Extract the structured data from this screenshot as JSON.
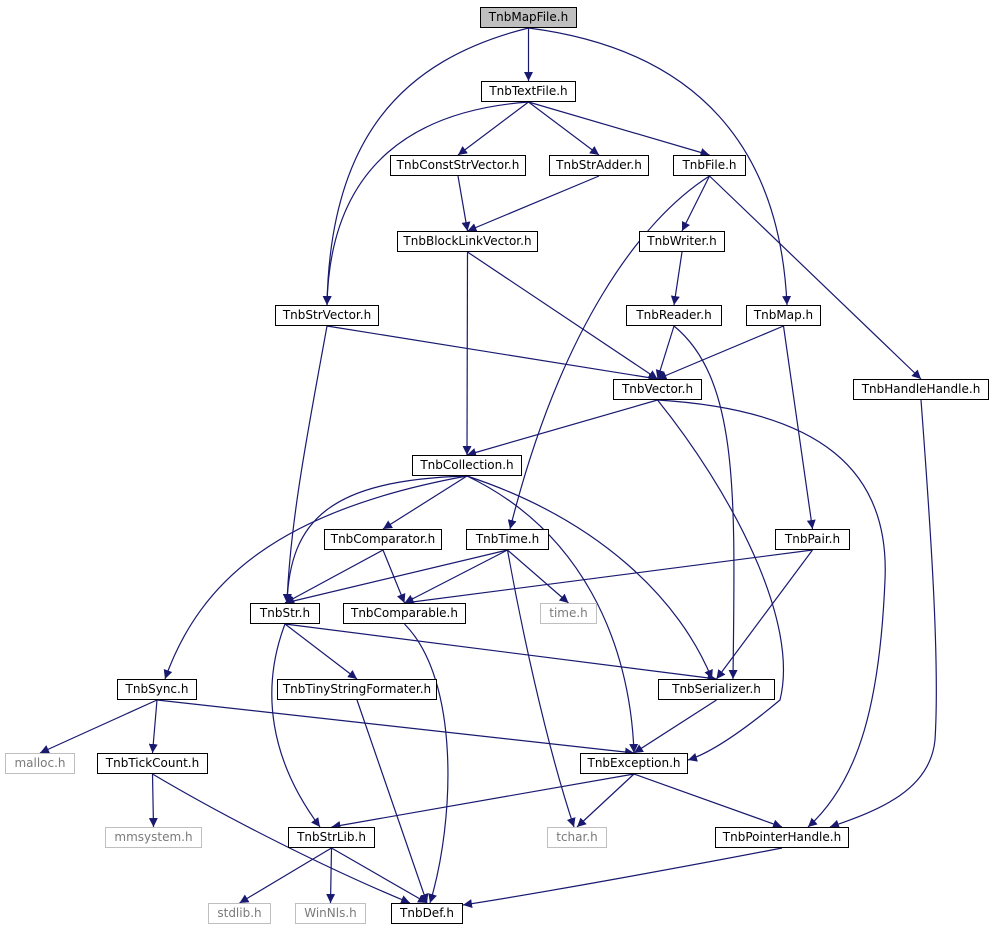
{
  "graph": {
    "nodes": [
      {
        "id": "TnbMapFile",
        "label": "TnbMapFile.h",
        "kind": "root"
      },
      {
        "id": "TnbTextFile",
        "label": "TnbTextFile.h",
        "kind": "link"
      },
      {
        "id": "TnbConstStrVector",
        "label": "TnbConstStrVector.h",
        "kind": "link"
      },
      {
        "id": "TnbStrAdder",
        "label": "TnbStrAdder.h",
        "kind": "link"
      },
      {
        "id": "TnbFile",
        "label": "TnbFile.h",
        "kind": "link"
      },
      {
        "id": "TnbBlockLinkVector",
        "label": "TnbBlockLinkVector.h",
        "kind": "link"
      },
      {
        "id": "TnbWriter",
        "label": "TnbWriter.h",
        "kind": "link"
      },
      {
        "id": "TnbStrVector",
        "label": "TnbStrVector.h",
        "kind": "link"
      },
      {
        "id": "TnbReader",
        "label": "TnbReader.h",
        "kind": "link"
      },
      {
        "id": "TnbMap",
        "label": "TnbMap.h",
        "kind": "link"
      },
      {
        "id": "TnbVector",
        "label": "TnbVector.h",
        "kind": "link"
      },
      {
        "id": "TnbHandleHandle",
        "label": "TnbHandleHandle.h",
        "kind": "link"
      },
      {
        "id": "TnbCollection",
        "label": "TnbCollection.h",
        "kind": "link"
      },
      {
        "id": "TnbComparator",
        "label": "TnbComparator.h",
        "kind": "link"
      },
      {
        "id": "TnbTime",
        "label": "TnbTime.h",
        "kind": "link"
      },
      {
        "id": "TnbPair",
        "label": "TnbPair.h",
        "kind": "link"
      },
      {
        "id": "TnbStr",
        "label": "TnbStr.h",
        "kind": "link"
      },
      {
        "id": "TnbComparable",
        "label": "TnbComparable.h",
        "kind": "link"
      },
      {
        "id": "time",
        "label": "time.h",
        "kind": "ext"
      },
      {
        "id": "TnbSync",
        "label": "TnbSync.h",
        "kind": "link"
      },
      {
        "id": "TnbTinyStringFormater",
        "label": "TnbTinyStringFormater.h",
        "kind": "link"
      },
      {
        "id": "TnbSerializer",
        "label": "TnbSerializer.h",
        "kind": "link"
      },
      {
        "id": "malloc",
        "label": "malloc.h",
        "kind": "ext"
      },
      {
        "id": "TnbTickCount",
        "label": "TnbTickCount.h",
        "kind": "link"
      },
      {
        "id": "TnbException",
        "label": "TnbException.h",
        "kind": "link"
      },
      {
        "id": "mmsystem",
        "label": "mmsystem.h",
        "kind": "ext"
      },
      {
        "id": "TnbStrLib",
        "label": "TnbStrLib.h",
        "kind": "link"
      },
      {
        "id": "tchar",
        "label": "tchar.h",
        "kind": "ext"
      },
      {
        "id": "TnbPointerHandle",
        "label": "TnbPointerHandle.h",
        "kind": "link"
      },
      {
        "id": "stdlib",
        "label": "stdlib.h",
        "kind": "ext"
      },
      {
        "id": "WinNls",
        "label": "WinNls.h",
        "kind": "ext"
      },
      {
        "id": "TnbDef",
        "label": "TnbDef.h",
        "kind": "link"
      }
    ],
    "edges": [
      [
        "TnbMapFile",
        "TnbTextFile"
      ],
      [
        "TnbMapFile",
        "TnbStrVector"
      ],
      [
        "TnbMapFile",
        "TnbMap"
      ],
      [
        "TnbTextFile",
        "TnbConstStrVector"
      ],
      [
        "TnbTextFile",
        "TnbStrAdder"
      ],
      [
        "TnbTextFile",
        "TnbFile"
      ],
      [
        "TnbTextFile",
        "TnbStrVector"
      ],
      [
        "TnbConstStrVector",
        "TnbBlockLinkVector"
      ],
      [
        "TnbStrAdder",
        "TnbBlockLinkVector"
      ],
      [
        "TnbFile",
        "TnbWriter"
      ],
      [
        "TnbFile",
        "TnbHandleHandle"
      ],
      [
        "TnbFile",
        "TnbTime"
      ],
      [
        "TnbBlockLinkVector",
        "TnbCollection"
      ],
      [
        "TnbBlockLinkVector",
        "TnbVector"
      ],
      [
        "TnbWriter",
        "TnbReader"
      ],
      [
        "TnbStrVector",
        "TnbVector"
      ],
      [
        "TnbStrVector",
        "TnbStr"
      ],
      [
        "TnbReader",
        "TnbVector"
      ],
      [
        "TnbReader",
        "TnbSerializer"
      ],
      [
        "TnbMap",
        "TnbVector"
      ],
      [
        "TnbMap",
        "TnbPair"
      ],
      [
        "TnbVector",
        "TnbCollection"
      ],
      [
        "TnbVector",
        "TnbException"
      ],
      [
        "TnbVector",
        "TnbPointerHandle"
      ],
      [
        "TnbHandleHandle",
        "TnbPointerHandle"
      ],
      [
        "TnbCollection",
        "TnbComparator"
      ],
      [
        "TnbCollection",
        "TnbStr"
      ],
      [
        "TnbCollection",
        "TnbSync"
      ],
      [
        "TnbCollection",
        "TnbSerializer"
      ],
      [
        "TnbCollection",
        "TnbException"
      ],
      [
        "TnbComparator",
        "TnbStr"
      ],
      [
        "TnbComparator",
        "TnbComparable"
      ],
      [
        "TnbTime",
        "TnbStr"
      ],
      [
        "TnbTime",
        "TnbComparable"
      ],
      [
        "TnbTime",
        "time"
      ],
      [
        "TnbTime",
        "tchar"
      ],
      [
        "TnbPair",
        "TnbComparable"
      ],
      [
        "TnbPair",
        "TnbSerializer"
      ],
      [
        "TnbStr",
        "TnbTinyStringFormater"
      ],
      [
        "TnbStr",
        "TnbSerializer"
      ],
      [
        "TnbStr",
        "TnbStrLib"
      ],
      [
        "TnbComparable",
        "TnbDef"
      ],
      [
        "TnbSync",
        "malloc"
      ],
      [
        "TnbSync",
        "TnbTickCount"
      ],
      [
        "TnbSync",
        "TnbException"
      ],
      [
        "TnbTinyStringFormater",
        "TnbDef"
      ],
      [
        "TnbSerializer",
        "TnbException"
      ],
      [
        "TnbTickCount",
        "mmsystem"
      ],
      [
        "TnbTickCount",
        "TnbDef"
      ],
      [
        "TnbException",
        "TnbStrLib"
      ],
      [
        "TnbException",
        "tchar"
      ],
      [
        "TnbException",
        "TnbPointerHandle"
      ],
      [
        "TnbStrLib",
        "stdlib"
      ],
      [
        "TnbStrLib",
        "WinNls"
      ],
      [
        "TnbStrLib",
        "TnbDef"
      ],
      [
        "TnbPointerHandle",
        "TnbDef"
      ]
    ]
  },
  "colors": {
    "edge": "#191970",
    "node_border": "#000000",
    "root_fill": "#bfbfbf",
    "external_border": "#bfbfbf",
    "external_text": "#7a7a7a"
  }
}
